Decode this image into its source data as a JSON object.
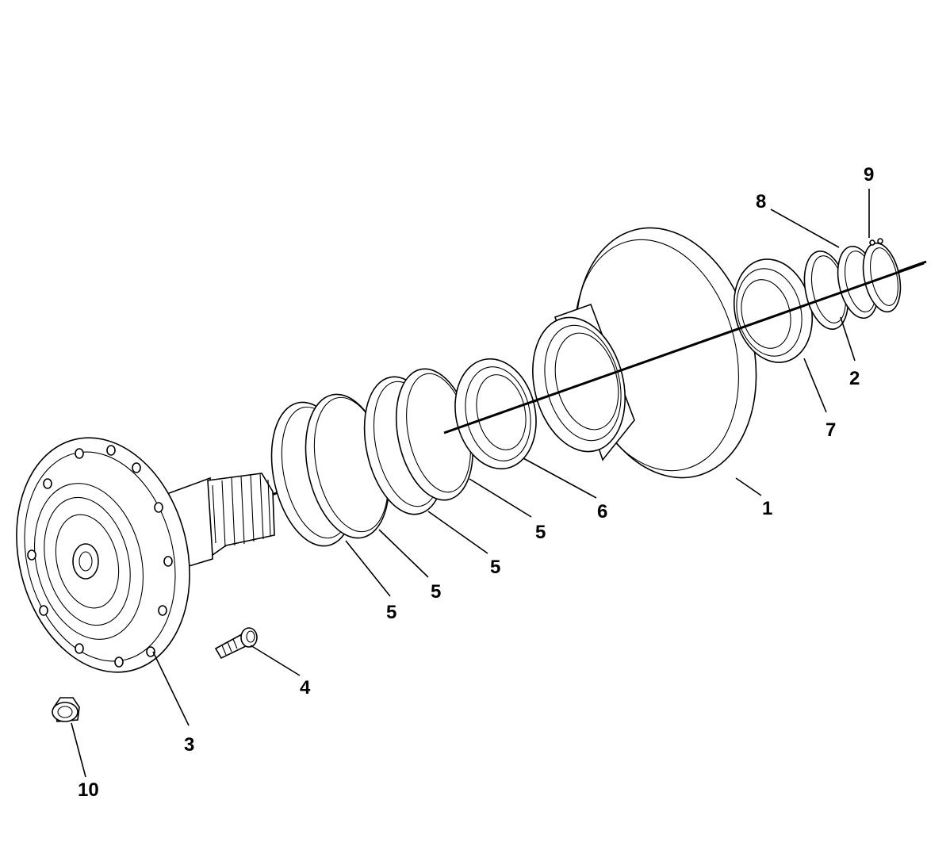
{
  "diagram": {
    "type": "exploded-parts-view",
    "callouts": [
      {
        "id": "c1",
        "label": "1"
      },
      {
        "id": "c2",
        "label": "2"
      },
      {
        "id": "c3",
        "label": "3"
      },
      {
        "id": "c4",
        "label": "4"
      },
      {
        "id": "c5a",
        "label": "5"
      },
      {
        "id": "c5b",
        "label": "5"
      },
      {
        "id": "c5c",
        "label": "5"
      },
      {
        "id": "c5d",
        "label": "5"
      },
      {
        "id": "c6",
        "label": "6"
      },
      {
        "id": "c7",
        "label": "7"
      },
      {
        "id": "c8",
        "label": "8"
      },
      {
        "id": "c9",
        "label": "9"
      },
      {
        "id": "c10",
        "label": "10"
      }
    ]
  }
}
